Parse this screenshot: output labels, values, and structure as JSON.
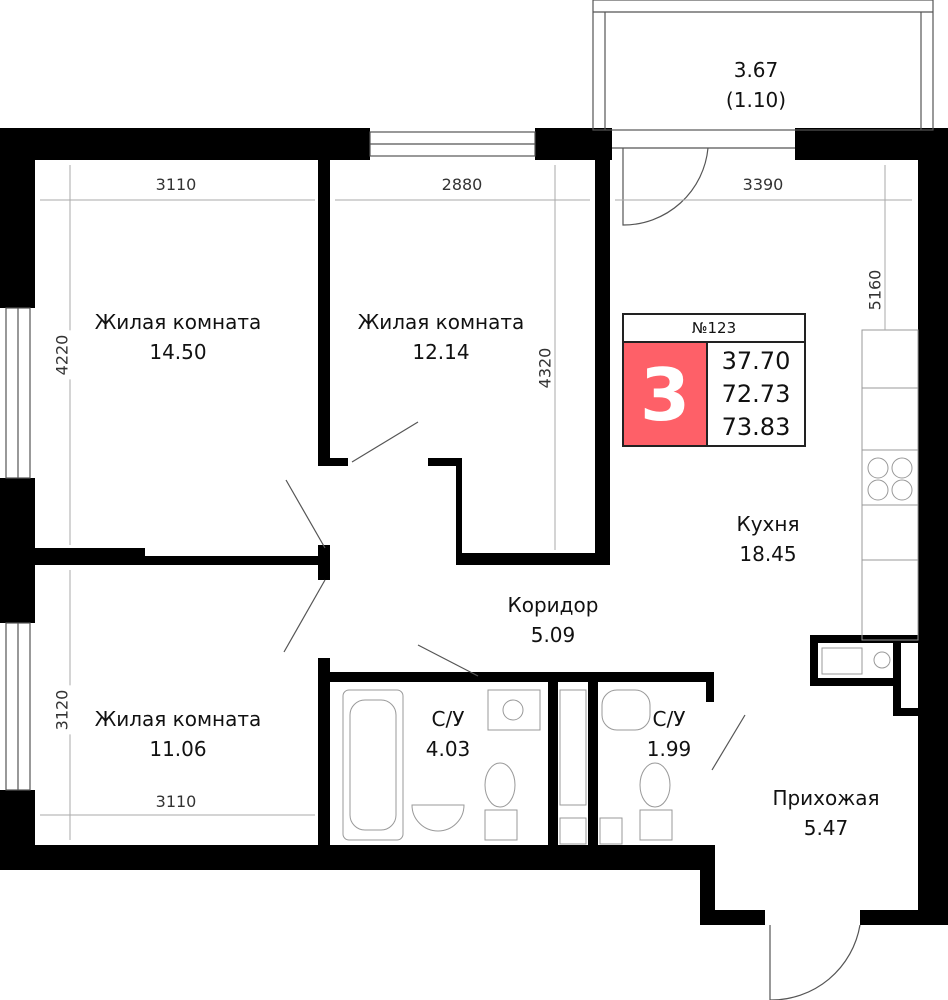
{
  "apartment": {
    "number": "№123",
    "rooms": "3",
    "living_area": "37.70",
    "total_area": "72.73",
    "total_area_with_balcony": "73.83",
    "accent_color": "#fe6068"
  },
  "rooms": [
    {
      "name": "Жилая комната",
      "area": "14.50"
    },
    {
      "name": "Жилая комната",
      "area": "12.14"
    },
    {
      "name": "Жилая комната",
      "area": "11.06"
    },
    {
      "name": "Кухня",
      "area": "18.45"
    },
    {
      "name": "Коридор",
      "area": "5.09"
    },
    {
      "name": "С/У",
      "area": "4.03"
    },
    {
      "name": "С/У",
      "area": "1.99"
    },
    {
      "name": "Прихожая",
      "area": "5.47"
    }
  ],
  "balcony": {
    "area": "3.67",
    "reduced_area": "(1.10)"
  },
  "dimensions": {
    "room1_width": "3110",
    "room2_width": "2880",
    "kitchen_width": "3390",
    "room1_height": "4220",
    "room2_height": "4320",
    "kitchen_height": "5160",
    "room3_height": "3120",
    "room3_width": "3110"
  }
}
